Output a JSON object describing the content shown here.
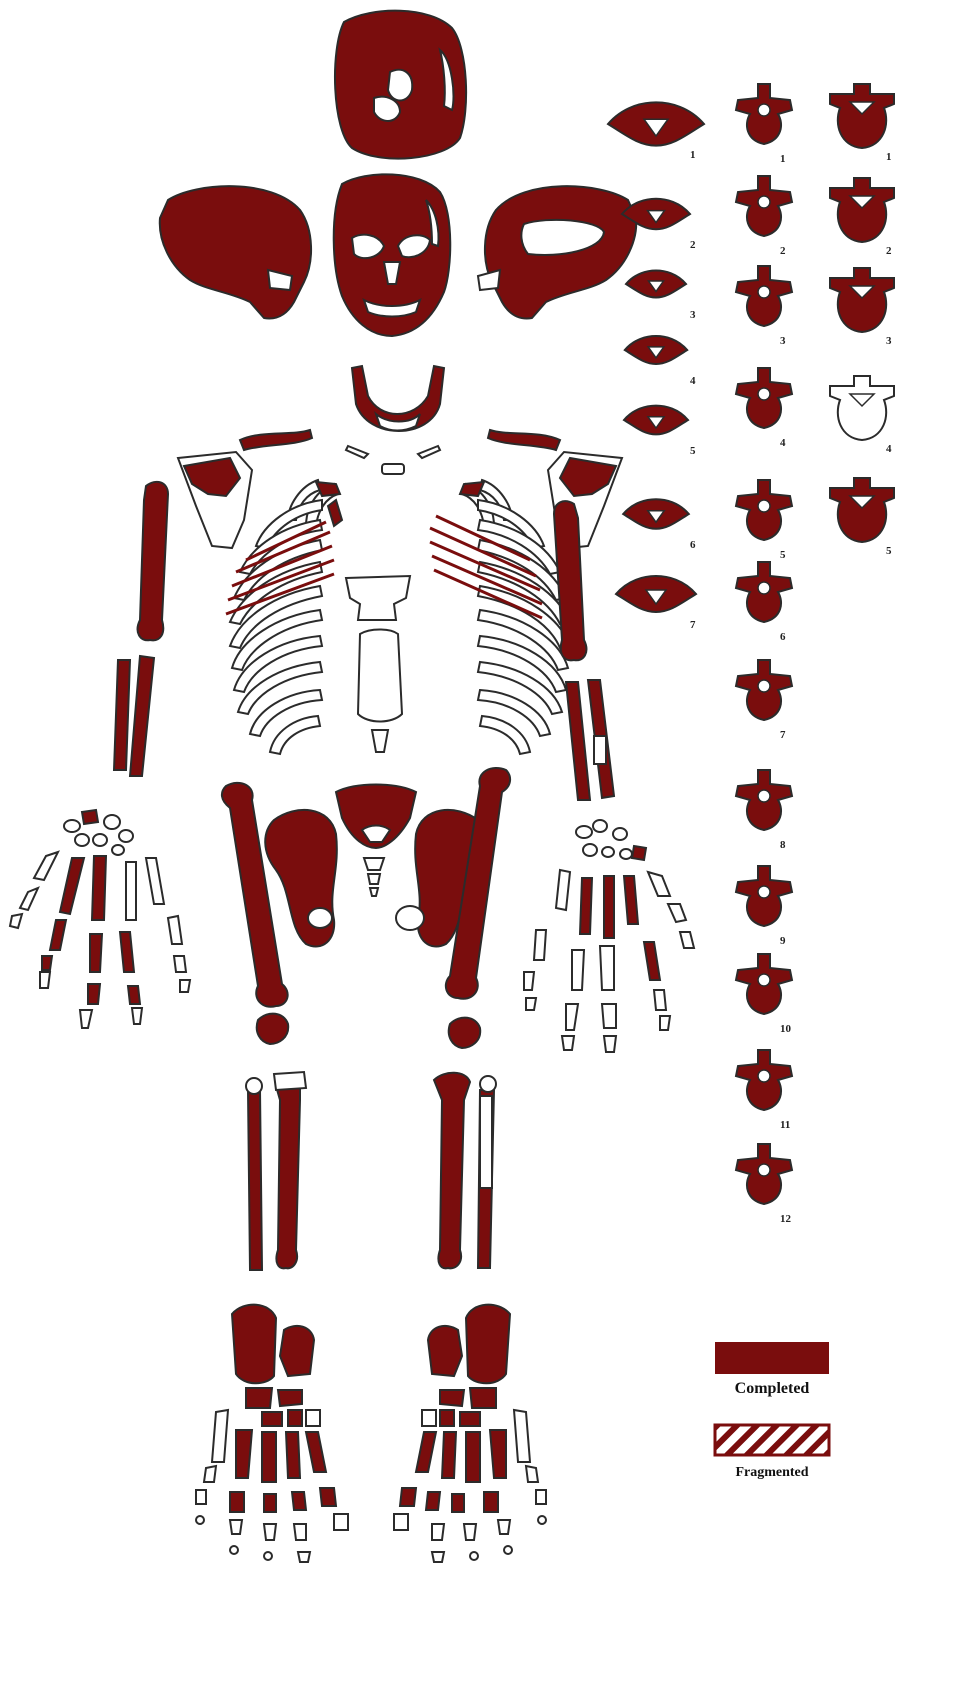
{
  "colors": {
    "completed": "#7a0d0d",
    "bone_outline": "#2b2b2b",
    "empty_bone": "#ffffff"
  },
  "legend": {
    "completed_label": "Completed",
    "fragmented_label": "Fragmented"
  },
  "cervical_labels": [
    "1",
    "2",
    "3",
    "4",
    "5",
    "6",
    "7"
  ],
  "thoracic_labels": [
    "1",
    "2",
    "3",
    "4",
    "5",
    "6",
    "7",
    "8",
    "9",
    "10",
    "11",
    "12"
  ],
  "lumbar_labels": [
    "1",
    "2",
    "3",
    "4",
    "5"
  ]
}
